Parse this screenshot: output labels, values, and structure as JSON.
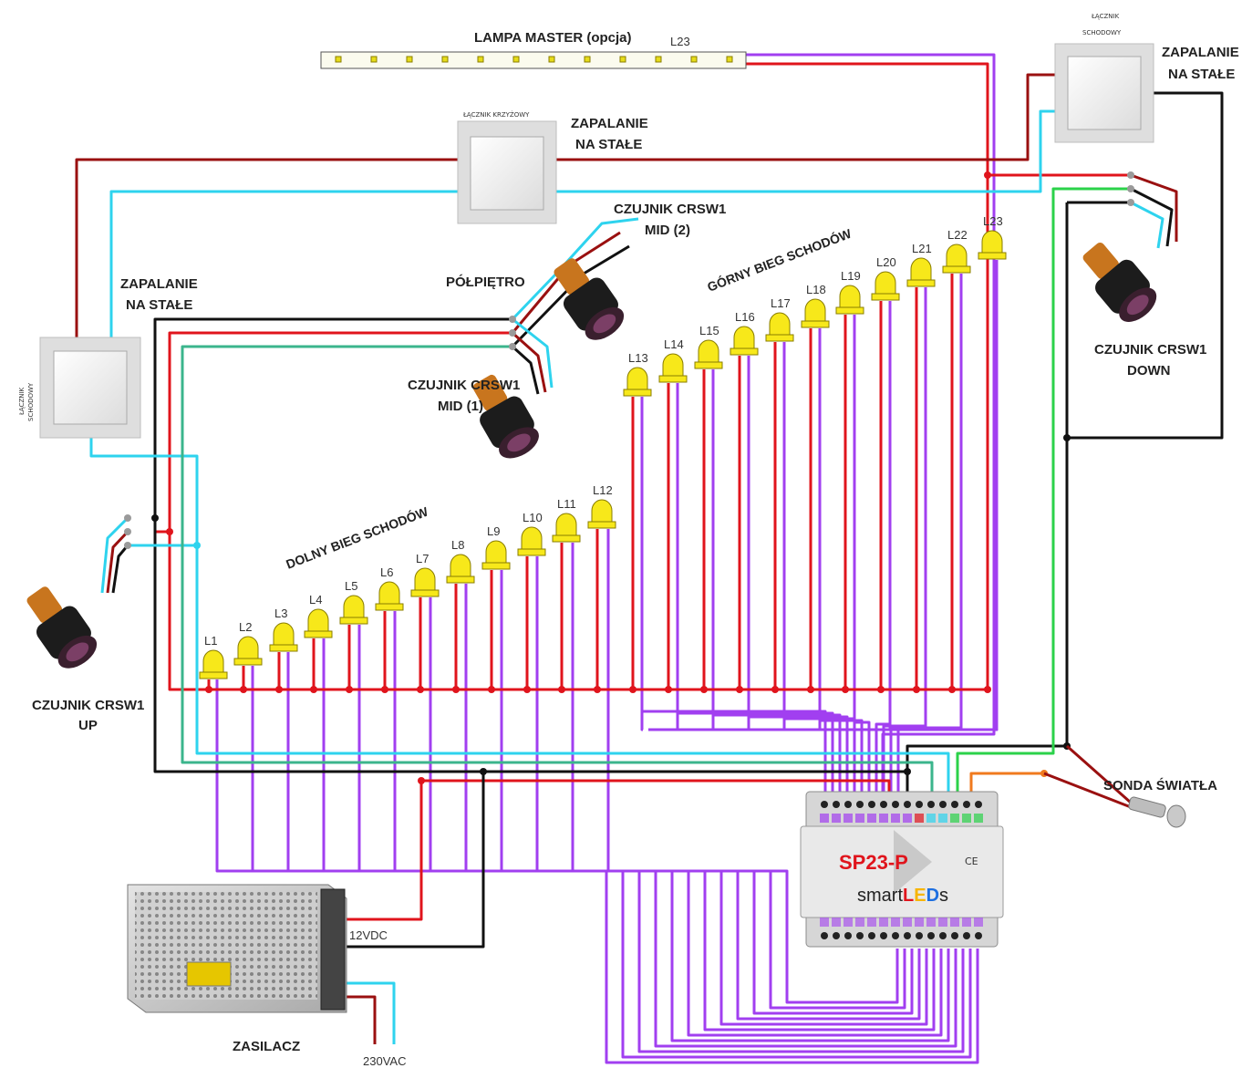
{
  "title": "LAMPA MASTER (opcja)",
  "master_led_label": "L23",
  "colors": {
    "red": "#e0141c",
    "darkred": "#9a1010",
    "black": "#111111",
    "cyan": "#2ed3ee",
    "green": "#2bd24a",
    "teal": "#3bb58c",
    "purple": "#a13ff0",
    "orange": "#f07a1e",
    "led": "#f7e81a"
  },
  "switches": {
    "cross": {
      "caption": "ŁĄCZNIK KRZYŻOWY",
      "note_line1": "ZAPALANIE",
      "note_line2": "NA STAŁE"
    },
    "stair_top": {
      "caption_line1": "ŁĄCZNIK",
      "caption_line2": "SCHODOWY",
      "note_line1": "ZAPALANIE",
      "note_line2": "NA STAŁE"
    },
    "stair_left": {
      "caption_line1": "ŁĄCZNIK",
      "caption_line2": "SCHODOWY",
      "note_line1": "ZAPALANIE",
      "note_line2": "NA STAŁE"
    }
  },
  "sensors": {
    "up": {
      "line1": "CZUJNIK CRSW1",
      "line2": "UP"
    },
    "down": {
      "line1": "CZUJNIK CRSW1",
      "line2": "DOWN"
    },
    "mid1": {
      "line1": "CZUJNIK CRSW1",
      "line2": "MID (1)"
    },
    "mid2": {
      "line1": "CZUJNIK CRSW1",
      "line2": "MID (2)"
    }
  },
  "landing_label": "PÓŁPIĘTRO",
  "lower_flight_label": "DOLNY BIEG SCHODÓW",
  "upper_flight_label": "GÓRNY BIEG SCHODÓW",
  "leds": [
    "L1",
    "L2",
    "L3",
    "L4",
    "L5",
    "L6",
    "L7",
    "L8",
    "L9",
    "L10",
    "L11",
    "L12",
    "L13",
    "L14",
    "L15",
    "L16",
    "L17",
    "L18",
    "L19",
    "L20",
    "L21",
    "L22",
    "L23"
  ],
  "controller": {
    "model": "SP23-P",
    "brand_prefix": "smart",
    "brand_l": "L",
    "brand_e": "E",
    "brand_d": "D",
    "brand_suffix": "s",
    "marks": "CE"
  },
  "psu": {
    "label": "ZASILACZ",
    "output": "12VDC",
    "input": "230VAC"
  },
  "light_probe_label": "SONDA ŚWIATŁA"
}
